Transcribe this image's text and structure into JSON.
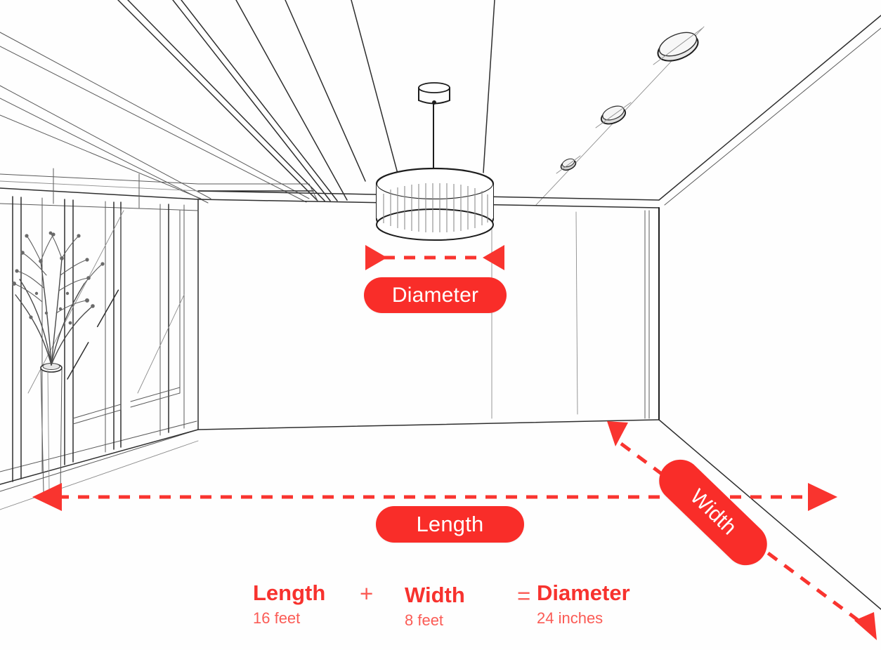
{
  "diagram": {
    "type": "architectural-perspective-sketch",
    "subject": "interior room with drum pendant light",
    "accent_color": "#F92D29",
    "accent_color_soft": "#FB5B55",
    "sketch_line_color": "#2b2b2b",
    "background": "#ffffff"
  },
  "labels": {
    "diameter": "Diameter",
    "length": "Length",
    "width": "Width"
  },
  "formula": {
    "term_length": {
      "name": "Length",
      "value": "16 feet"
    },
    "operator_plus": "+",
    "term_width": {
      "name": "Width",
      "value": "8 feet"
    },
    "operator_equals": "=",
    "term_diameter": {
      "name": "Diameter",
      "value": "24 inches"
    }
  },
  "measurements": [
    {
      "name": "Diameter",
      "value": 24,
      "unit": "inches",
      "axis": "fixture-diameter"
    },
    {
      "name": "Length",
      "value": 16,
      "unit": "feet",
      "axis": "room-length"
    },
    {
      "name": "Width",
      "value": 8,
      "unit": "feet",
      "axis": "room-width"
    }
  ],
  "scene_elements": {
    "pendant_light": "drum-shade-pendant",
    "recessed_lights_count": 3,
    "plant": "branches-in-tall-vase",
    "window_wall": "floor-to-ceiling-glazing",
    "ceiling": "exposed-beams"
  }
}
